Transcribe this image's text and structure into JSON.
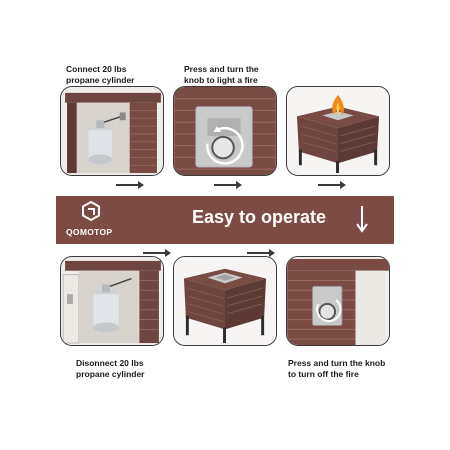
{
  "brand": {
    "name": "QOMOTOP"
  },
  "banner": {
    "headline": "Easy to operate"
  },
  "steps": {
    "s1": {
      "line1": "Connect 20 lbs",
      "line2": "propane cylinder"
    },
    "s2": {
      "line1": "Press and turn the",
      "line2": "knob to light a fire"
    },
    "s4": {
      "line1": "Disonnect 20 lbs",
      "line2": "propane cylinder"
    },
    "s6": {
      "line1": "Press and turn the knob",
      "line2": "to turn off the fire"
    }
  },
  "colors": {
    "banner": "#7d4a44",
    "wicker": "#7a4a44",
    "frame": "#3a3a3a",
    "flame": "#f08a1c"
  },
  "icons": {
    "logo": "qomotop-logo-icon",
    "flow_right": "arrow-right-icon",
    "flow_down": "arrow-down-icon"
  }
}
